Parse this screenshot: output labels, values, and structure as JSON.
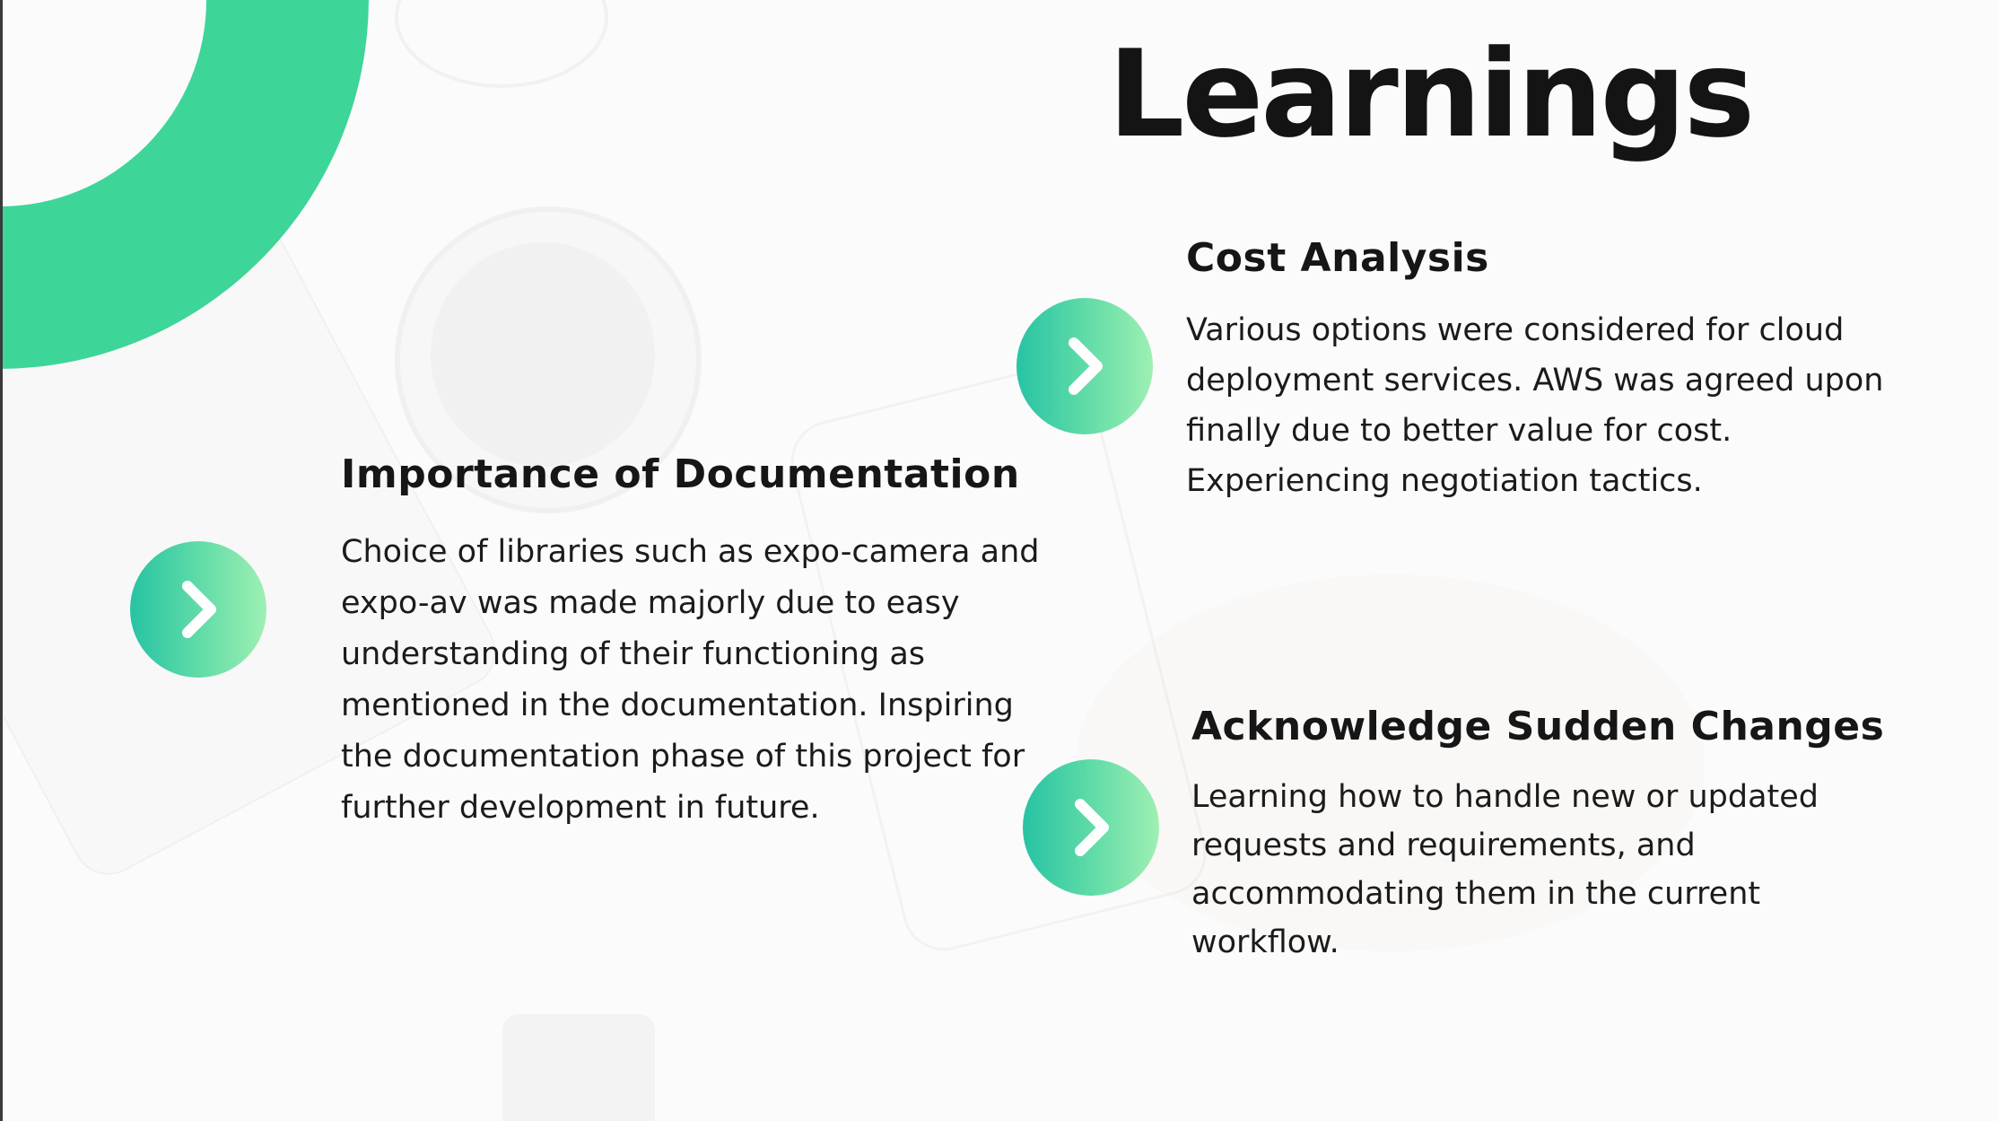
{
  "slide": {
    "title": "Learnings",
    "accent_color": "#3ed598",
    "gradient_colors": [
      "#27c3a4",
      "#9ef0b3"
    ],
    "arrow_icon": "chevron-right-icon"
  },
  "sections": {
    "documentation": {
      "heading": "Importance of Documentation",
      "lines": [
        "Choice of libraries such as expo-camera and",
        "expo-av was made majorly due to easy",
        "understanding of their functioning as",
        "mentioned in the documentation. Inspiring",
        "the documentation phase of this project for",
        "further development in future."
      ]
    },
    "cost": {
      "heading": "Cost Analysis",
      "lines": [
        "Various options were considered for cloud",
        "deployment services. AWS was agreed upon",
        "finally due to better value for cost.",
        "Experiencing negotiation tactics."
      ]
    },
    "changes": {
      "heading": "Acknowledge Sudden Changes",
      "lines": [
        "Learning how to handle new or updated",
        "requests and requirements, and",
        "accommodating them in the current",
        "workflow."
      ]
    }
  }
}
